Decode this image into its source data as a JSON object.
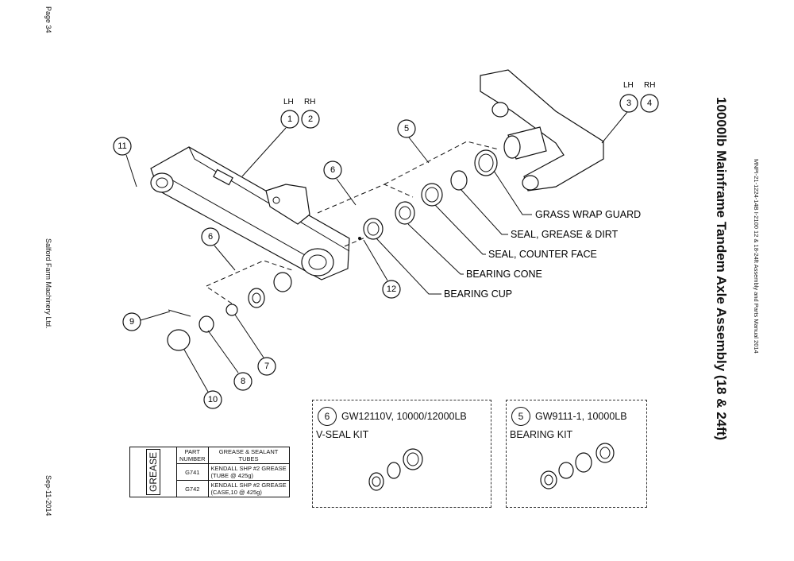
{
  "page": {
    "page_number": "Page 34",
    "company": "Salford Farm Machinery Ltd.",
    "date": "Sep-11-2014",
    "title": "10000lb Mainframe Tandem Axle Assembly (18 & 24ft)",
    "subtitle": "MNPI-21-1224-14B  I-2100 12 & 18-24ft Assembly and Parts Manual 2014"
  },
  "labels": {
    "lh": "LH",
    "rh": "RH",
    "grass_wrap_guard": "GRASS WRAP GUARD",
    "seal_grease_dirt": "SEAL, GREASE & DIRT",
    "seal_counter_face": "SEAL, COUNTER FACE",
    "bearing_cone": "BEARING CONE",
    "bearing_cup": "BEARING CUP"
  },
  "callouts": [
    "1",
    "2",
    "3",
    "4",
    "5",
    "6",
    "6",
    "7",
    "8",
    "9",
    "10",
    "11",
    "12"
  ],
  "kits": [
    {
      "number": "6",
      "part": "GW12110V, 10000/12000LB",
      "name": "V-SEAL KIT"
    },
    {
      "number": "5",
      "part": "GW9111-1, 10000LB",
      "name": "BEARING KIT"
    }
  ],
  "grease_table": {
    "side_label": "GREASE",
    "headers": [
      "PART\nNUMBER",
      "GREASE & SEALANT\nTUBES"
    ],
    "rows": [
      {
        "part": "G741",
        "desc": "KENDALL SHP #2 GREASE\n(TUBE @ 425g)"
      },
      {
        "part": "G742",
        "desc": "KENDALL SHP #2 GREASE\n(CASE,10 @ 425g)"
      }
    ]
  }
}
